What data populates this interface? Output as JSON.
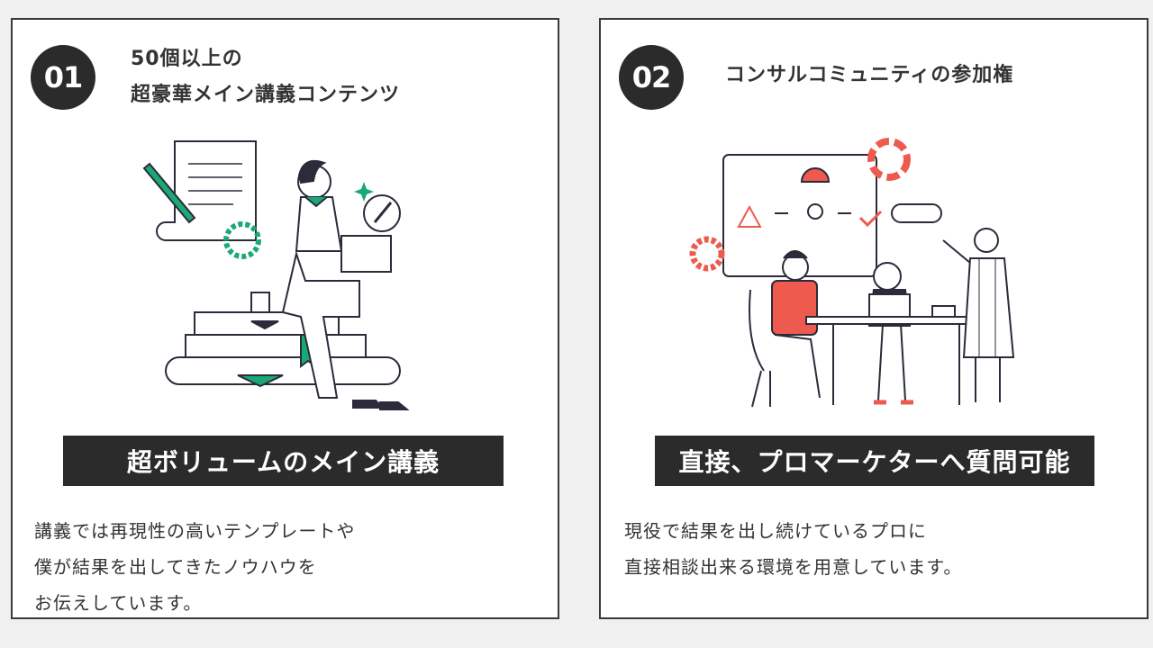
{
  "cards": [
    {
      "number": "01",
      "title_lines": [
        "50個以上の",
        "超豪華メイン講義コンテンツ"
      ],
      "banner": "超ボリュームのメイン講義",
      "body_lines": [
        "講義では再現性の高いテンプレートや",
        "僕が結果を出してきたノウハウを",
        "お伝えしています。"
      ]
    },
    {
      "number": "02",
      "title_lines": [
        "コンサルコミュニティの参加権"
      ],
      "banner": "直接、プロマーケターへ質問可能",
      "body_lines": [
        "現役で結果を出し続けているプロに",
        "直接相談出来る環境を用意しています。"
      ]
    }
  ],
  "colors": {
    "accent_green": "#1aa974",
    "accent_red": "#ef5a4f",
    "dark": "#2b2b2b"
  }
}
